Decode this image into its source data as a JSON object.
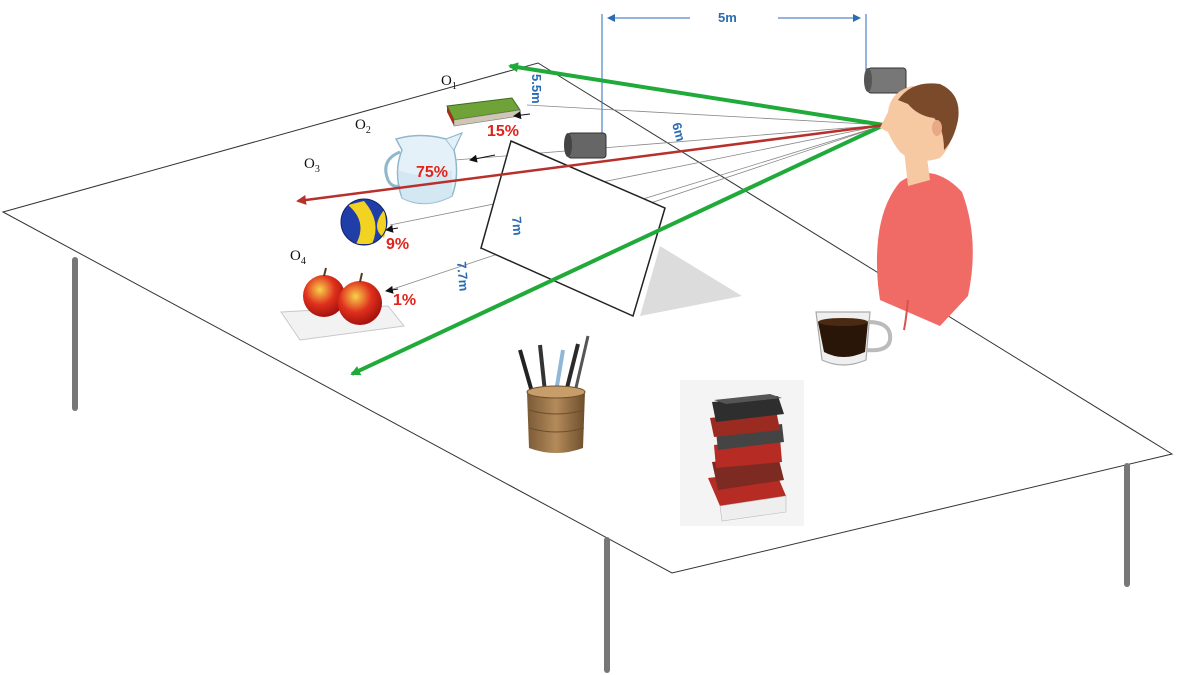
{
  "objects": [
    {
      "id": "O",
      "sub": "1",
      "percent": "15%"
    },
    {
      "id": "O",
      "sub": "2",
      "percent": "75%"
    },
    {
      "id": "O",
      "sub": "3",
      "percent": "9%"
    },
    {
      "id": "O",
      "sub": "4",
      "percent": "1%"
    }
  ],
  "distances": {
    "camera_gap": "5m",
    "d1": "5.5m",
    "d2": "6m",
    "d3": "7m",
    "d4": "7.7m"
  },
  "colors": {
    "gaze_arrow": "#1faa3a",
    "predicted_arrow": "#b8302b",
    "percent_text": "#e0241b",
    "distance_text": "#2a6bb3",
    "person_shirt": "#f06a66",
    "person_skin": "#f7c9a2",
    "person_hair": "#7a4a2a"
  }
}
